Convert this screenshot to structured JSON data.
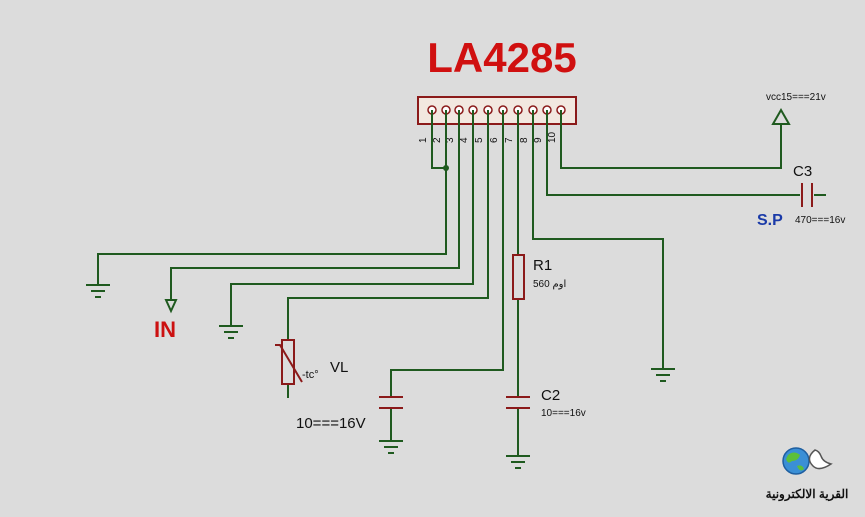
{
  "title": "LA4285",
  "pins": [
    "1",
    "2",
    "3",
    "4",
    "5",
    "6",
    "7",
    "8",
    "9",
    "10"
  ],
  "labels": {
    "vcc": "vcc15===21v",
    "c3": "C3",
    "sp": "S.P",
    "c3_value": "470===16v",
    "r1": "R1",
    "r1_value": "560 اوم",
    "in": "IN",
    "vl": "VL",
    "tc": "-tc°",
    "c_left_value": "10===16V",
    "c2": "C2",
    "c2_value": "10===16v"
  },
  "logo": {
    "text": "القرية الالكترونية"
  },
  "colors": {
    "background": "#dcdcdc",
    "wire": "#1f5a1f",
    "component": "#8b1a1a",
    "title": "#d01010",
    "in_label": "#cc1111",
    "sp_label": "#1a3aa8",
    "text": "#111111",
    "chip_fill": "#f2e8e0"
  }
}
